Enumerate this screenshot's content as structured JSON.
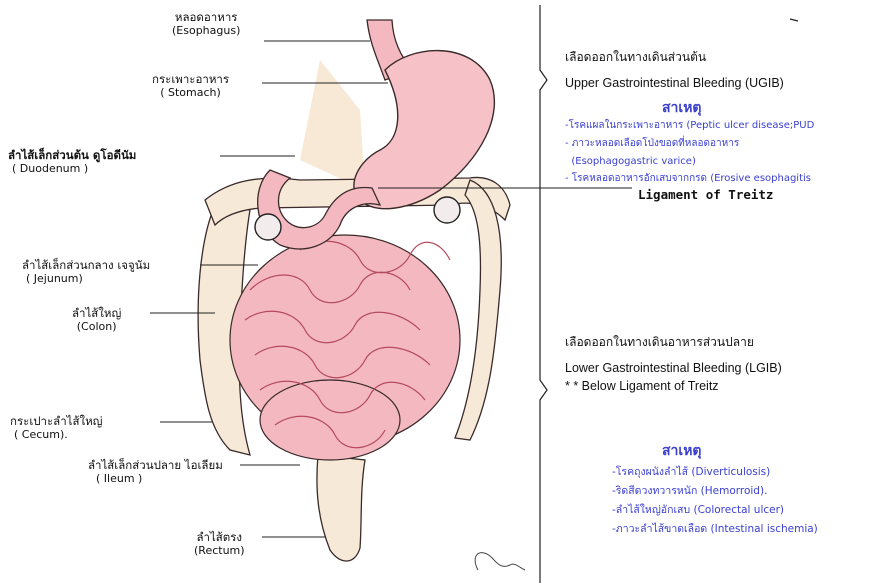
{
  "labels": {
    "esophagus": {
      "th": "หลอดอาหาร",
      "en": "(Esophagus)"
    },
    "stomach": {
      "th": "กระเพาะอาหาร",
      "en": "( Stomach)"
    },
    "duodenum": {
      "th": "ลำไส้เล็กส่วนต้น ดูโอดีนัม",
      "en": "( Duodenum )"
    },
    "jejunum": {
      "th": "ลำไส้เล็กส่วนกลาง เจจูนัม",
      "en": "( Jejunum)"
    },
    "colon": {
      "th": "ลำไส้ใหญ่",
      "en": "(Colon)"
    },
    "cecum": {
      "th": "กระเปาะลำไส้ใหญ่",
      "en": "( Cecum)."
    },
    "ileum": {
      "th": "ลำไส้เล็กส่วนปลาย ไอเลียม",
      "en": "( Ileum )"
    },
    "rectum": {
      "th": "ลำไส้ตรง",
      "en": "(Rectum)"
    },
    "treitz": "Ligament of Treitz"
  },
  "upper": {
    "title_th": "เลือดออกในทางเดินส่วนต้น",
    "title_en": "Upper Gastrointestinal Bleeding (UGIB)",
    "cause_heading": "สาเหตุ",
    "causes": [
      "-โรคแผลในกระเพาะอาหาร (Peptic ulcer disease;PUD",
      "- ภาวะหลอดเลือดโป่งขอดที่หลอดอาหาร",
      "  (Esophagogastric varice)",
      "- โรคหลอดอาหารอักเสบจากกรด (Erosive esophagitis"
    ]
  },
  "lower": {
    "title_th": "เลือดออกในทางเดินอาหารส่วนปลาย",
    "title_en": "Lower Gastrointestinal Bleeding (LGIB)",
    "note": "* * Below Ligament of Treitz",
    "cause_heading": "สาเหตุ",
    "causes": [
      "-โรคถุงผนังลำไส้ (Diverticulosis)",
      "-ริดสีดวงทวารหนัก (Hemorroid).",
      "-ลำไส้ใหญ่อักเสบ (Colorectal ulcer)",
      "-ภาวะลำไส้ขาดเลือด (Intestinal ischemia)"
    ]
  },
  "colors": {
    "tissue": "#f4b8c0",
    "tissue_dark": "#e0788a",
    "colon": "#f7e9d8",
    "stomach": "#f6c2c8",
    "cause_text": "#3a3fd0"
  }
}
